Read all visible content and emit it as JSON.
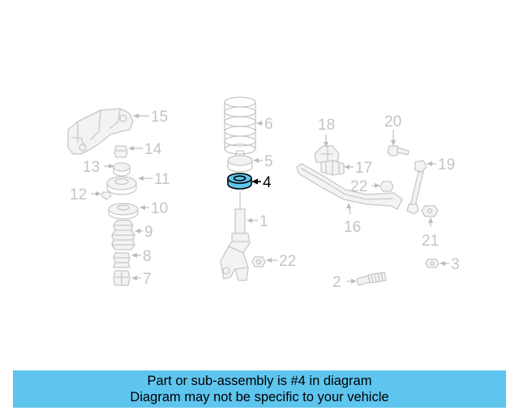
{
  "callouts": {
    "c1": "1",
    "c2": "2",
    "c3": "3",
    "c4": "4",
    "c5": "5",
    "c6": "6",
    "c7": "7",
    "c8": "8",
    "c9": "9",
    "c10": "10",
    "c11": "11",
    "c12": "12",
    "c13": "13",
    "c14": "14",
    "c15": "15",
    "c16": "16",
    "c17": "17",
    "c18": "18",
    "c19": "19",
    "c20": "20",
    "c21": "21",
    "c22a": "22",
    "c22b": "22"
  },
  "banner": {
    "line1": "Part or sub-assembly is #4 in diagram",
    "line2": "Diagram may not be specific to your vehicle"
  },
  "colors": {
    "highlight": "#5ec5ef",
    "line_art": "#c8c8c8",
    "banner": "#5ec5ef"
  }
}
